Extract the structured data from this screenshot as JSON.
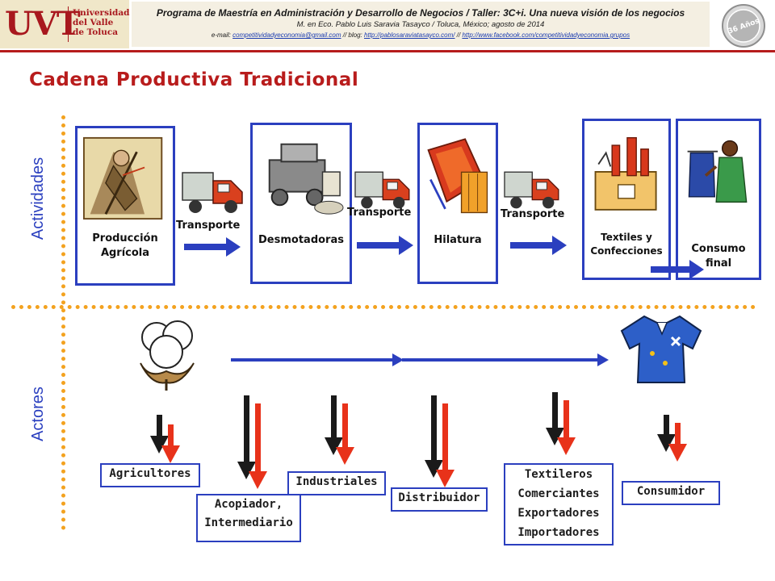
{
  "header": {
    "logo_mark": "UVT",
    "logo_name_lines": [
      "Universidad",
      "del Valle",
      "de Toluca"
    ],
    "program": "Programa de Maestría en Administración y Desarrollo de Negocios / Taller: 3C+i. Una nueva visión de los negocios",
    "author": "M. en Eco. Pablo Luis Saravia Tasayco / Toluca, México; agosto de 2014",
    "email_prefix": "e-mail:",
    "email": "competitividadyeconomia@gmail.com",
    "blog_prefix": "// blog:",
    "blog": "http://pablosaraviatasayco.com/",
    "sep": "//",
    "facebook": "http://www.facebook.com/competitividadyeconomia.grupos",
    "seal_text": "36 Años"
  },
  "title": "Cadena Productiva Tradicional",
  "sections": {
    "activities": "Actividades",
    "actors": "Actores"
  },
  "activities": [
    {
      "label_lines": [
        "Producción",
        "Agrícola"
      ],
      "icon": "farmer-icon"
    },
    {
      "label_lines": [
        "Desmotadoras"
      ],
      "icon": "gin-machine-icon"
    },
    {
      "label_lines": [
        "Hilatura"
      ],
      "icon": "spinning-fabric-icon"
    },
    {
      "label_lines": [
        "Textiles y",
        "Confecciones"
      ],
      "icon": "factory-icon"
    },
    {
      "label_lines": [
        "Consumo",
        "final"
      ],
      "icon": "shopper-icon"
    }
  ],
  "transports": [
    "Transporte",
    "Transporte",
    "Transporte"
  ],
  "actors": [
    {
      "lines": [
        "Agricultores"
      ]
    },
    {
      "lines": [
        "Acopiador,",
        "Intermediario"
      ]
    },
    {
      "lines": [
        "Industriales"
      ]
    },
    {
      "lines": [
        "Distribuidor"
      ]
    },
    {
      "lines": [
        "Textileros",
        "Comerciantes",
        "Exportadores",
        "Importadores"
      ]
    },
    {
      "lines": [
        "Consumidor"
      ]
    }
  ],
  "colors": {
    "title": "#b81c1c",
    "blue": "#2b3fbf",
    "orange_dots": "#f3a21f",
    "arrow_red": "#e8321a",
    "arrow_dark": "#1a1a1a"
  }
}
